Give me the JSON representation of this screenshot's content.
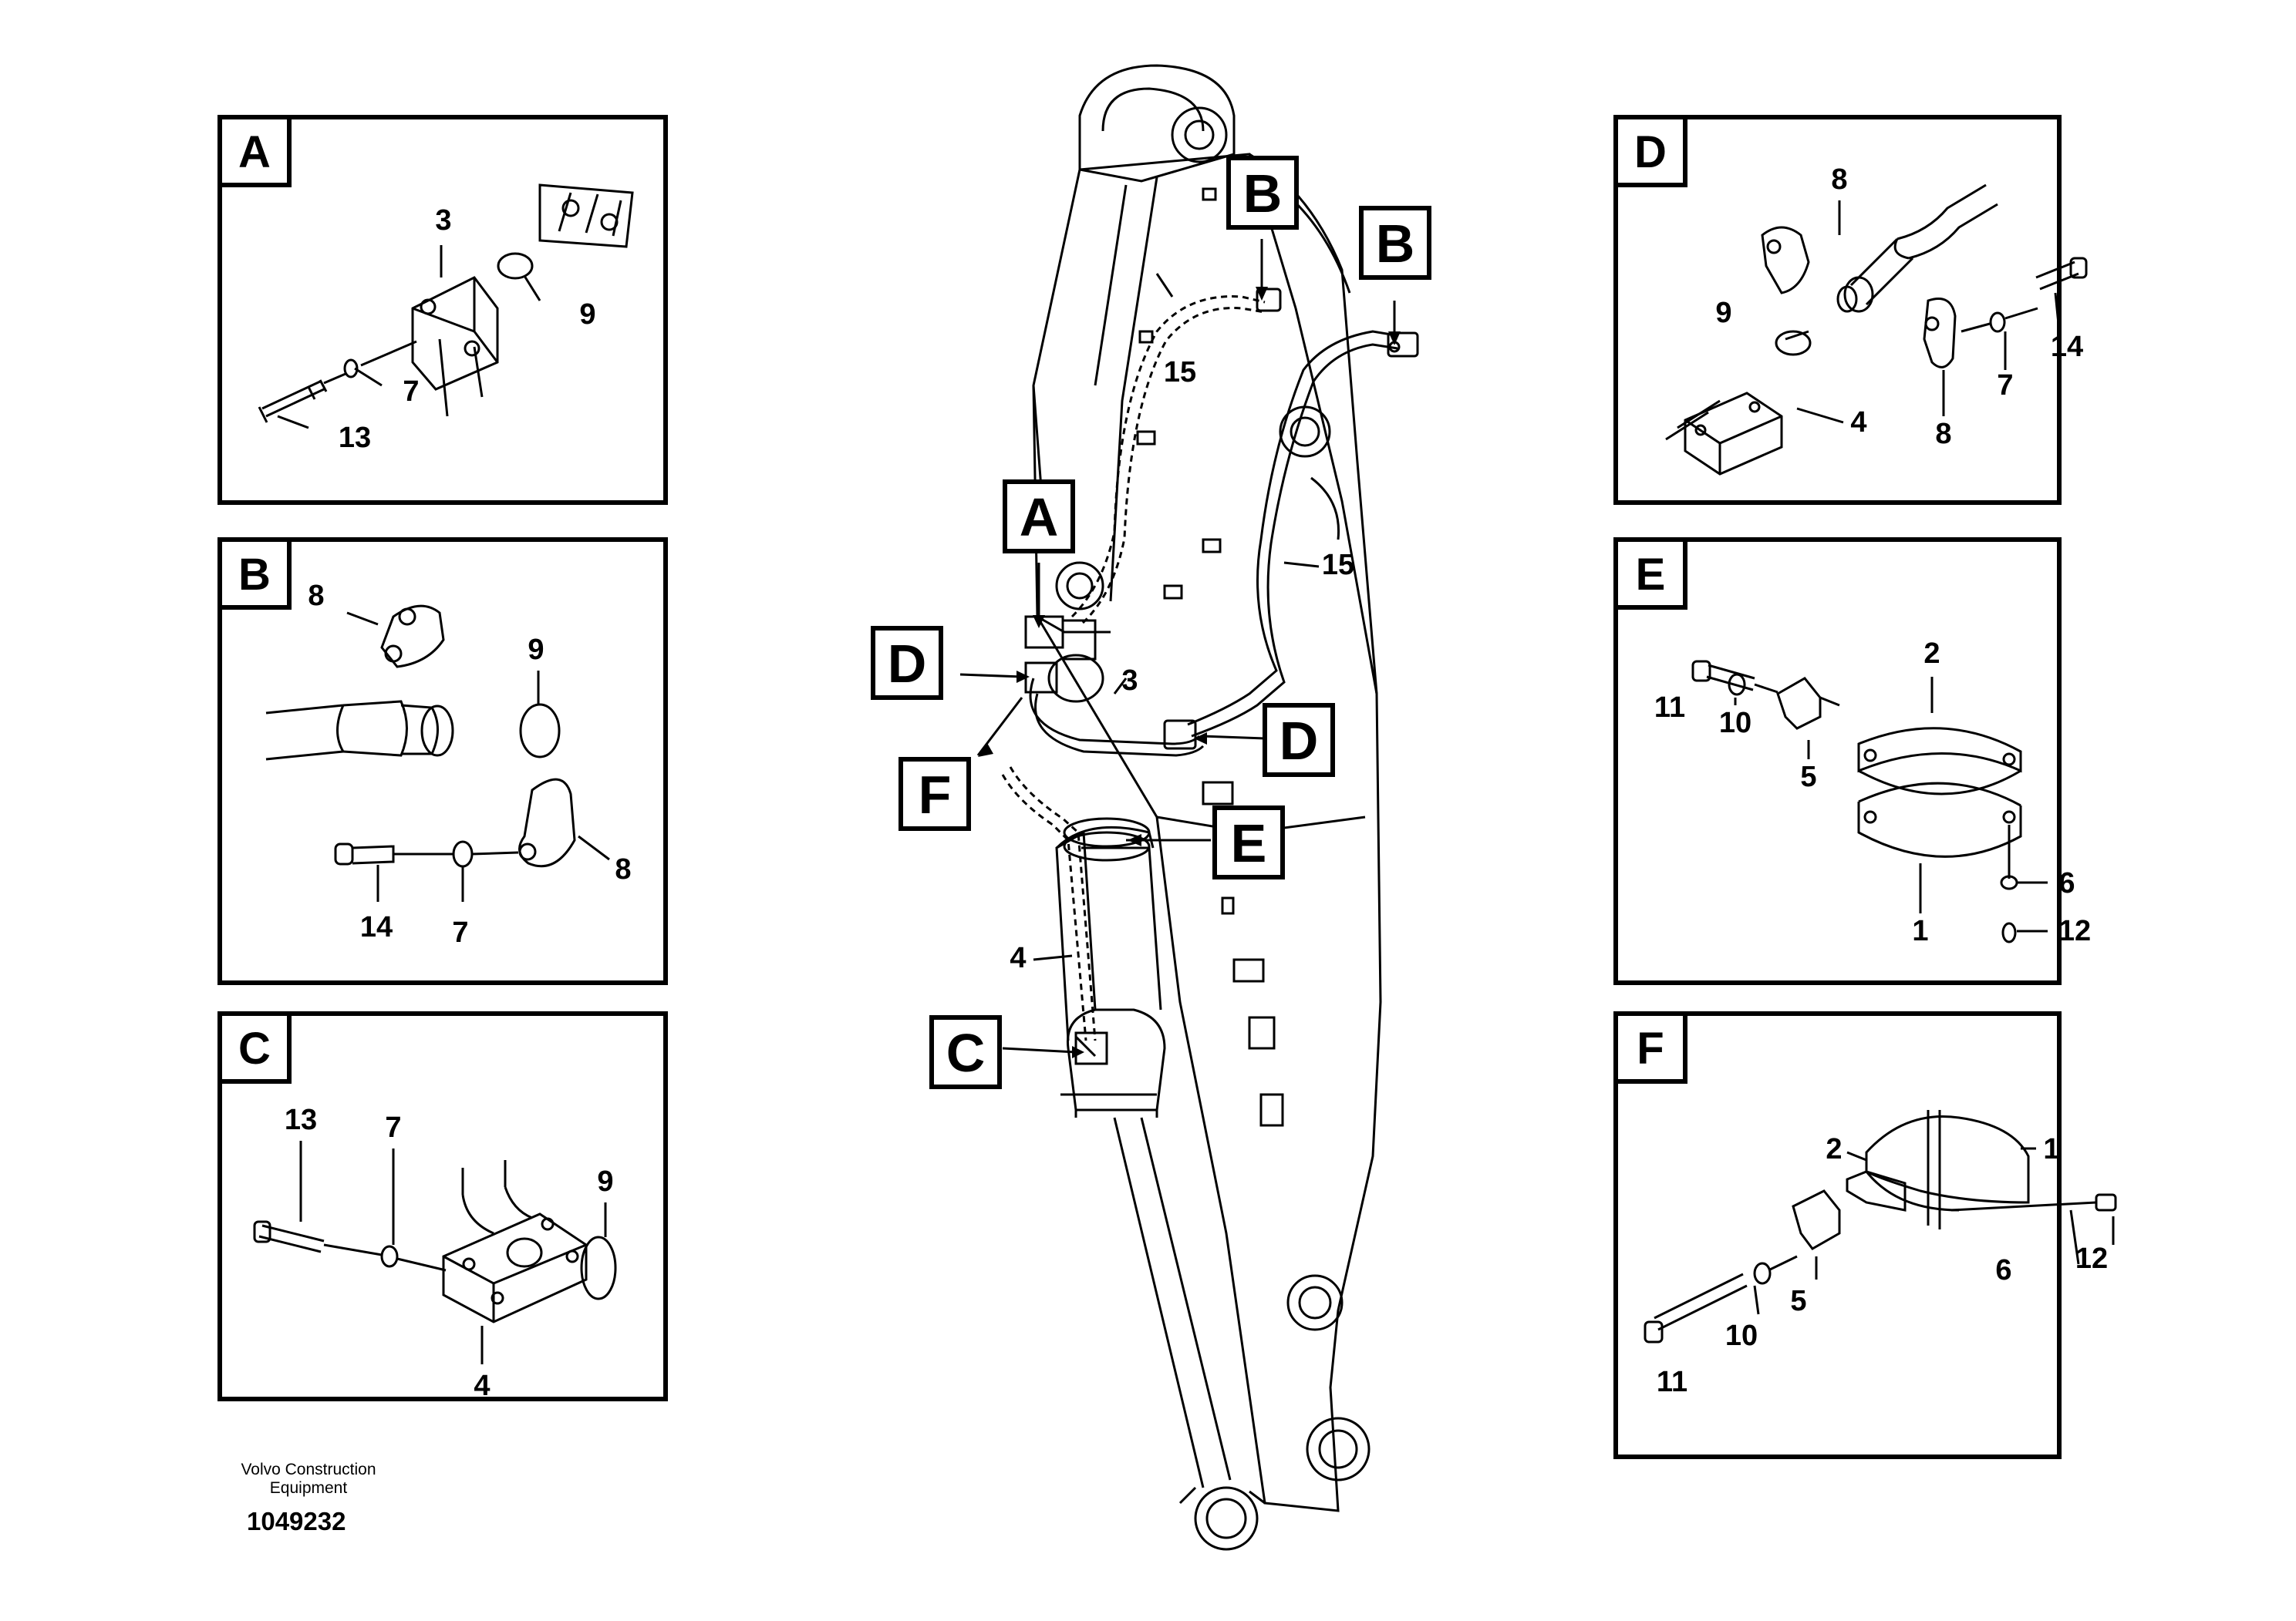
{
  "panels": {
    "A": {
      "letter": "A",
      "labels": {
        "3": "3",
        "7": "7",
        "9": "9",
        "13": "13"
      }
    },
    "B": {
      "letter": "B",
      "labels": {
        "8a": "8",
        "8b": "8",
        "9": "9",
        "14": "14",
        "7": "7"
      }
    },
    "C": {
      "letter": "C",
      "labels": {
        "13": "13",
        "7": "7",
        "9": "9",
        "4": "4"
      }
    },
    "D": {
      "letter": "D",
      "labels": {
        "8a": "8",
        "8b": "8",
        "9": "9",
        "14": "14",
        "7": "7",
        "4": "4"
      }
    },
    "E": {
      "letter": "E",
      "labels": {
        "2": "2",
        "11": "11",
        "10": "10",
        "5": "5",
        "1": "1",
        "6": "6",
        "12": "12"
      }
    },
    "F": {
      "letter": "F",
      "labels": {
        "2": "2",
        "1": "1",
        "6": "6",
        "12": "12",
        "5": "5",
        "10": "10",
        "11": "11"
      }
    }
  },
  "main": {
    "callouts": {
      "B1": "B",
      "B2": "B",
      "A": "A",
      "D1": "D",
      "D2": "D",
      "F": "F",
      "E": "E",
      "C": "C"
    },
    "labels": {
      "15a": "15",
      "15b": "15",
      "3": "3",
      "4": "4"
    }
  },
  "footer": {
    "brand_line1": "Volvo Construction",
    "brand_line2": "Equipment",
    "code": "1049232"
  }
}
